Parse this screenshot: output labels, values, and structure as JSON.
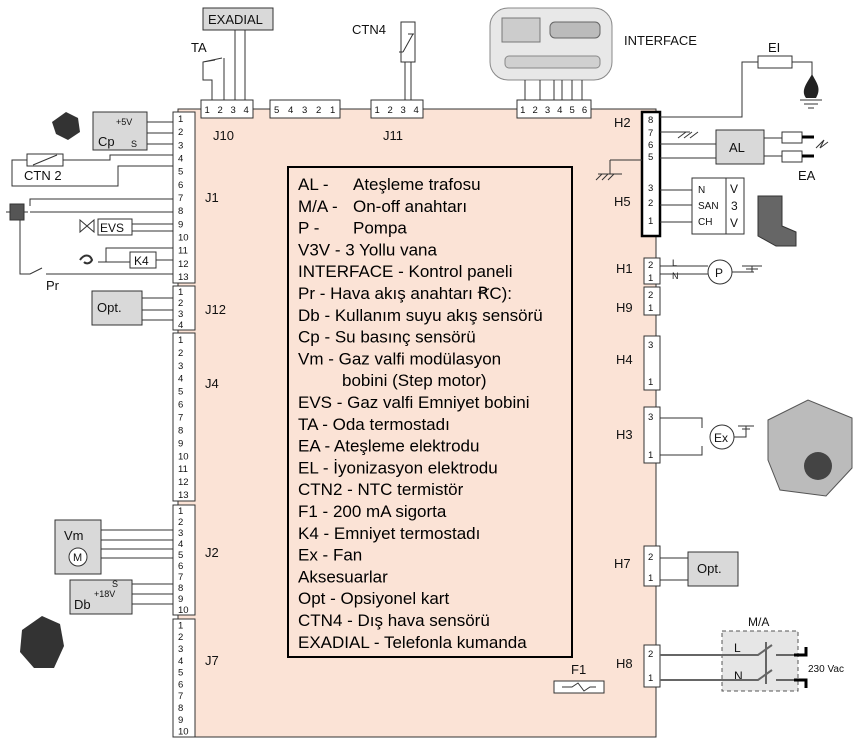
{
  "board": {
    "connectors_left": [
      {
        "id": "j1",
        "label": "J1",
        "pins": [
          "1",
          "2",
          "3",
          "4",
          "5",
          "6",
          "7",
          "8",
          "9",
          "10",
          "11",
          "12",
          "13"
        ]
      },
      {
        "id": "j12",
        "label": "J12",
        "pins": [
          "1",
          "2",
          "3",
          "4"
        ]
      },
      {
        "id": "j4",
        "label": "J4",
        "pins": [
          "1",
          "2",
          "3",
          "4",
          "5",
          "6",
          "7",
          "8",
          "9",
          "10",
          "11",
          "12",
          "13"
        ]
      },
      {
        "id": "j2",
        "label": "J2",
        "pins": [
          "1",
          "2",
          "3",
          "4",
          "5",
          "6",
          "7",
          "8",
          "9",
          "10"
        ]
      },
      {
        "id": "j7",
        "label": "J7",
        "pins": [
          "1",
          "2",
          "3",
          "4",
          "5",
          "6",
          "7",
          "8",
          "9",
          "10"
        ]
      }
    ],
    "connectors_top": [
      {
        "id": "j10",
        "label": "J10",
        "pins": [
          "1",
          "2",
          "3",
          "4"
        ]
      },
      {
        "id": "jmid",
        "label": "",
        "pins": [
          "5",
          "4",
          "3",
          "2",
          "1"
        ]
      },
      {
        "id": "j11",
        "label": "J11",
        "pins": [
          "1",
          "2",
          "3",
          "4"
        ]
      },
      {
        "id": "jint",
        "label": "",
        "pins": [
          "1",
          "2",
          "3",
          "4",
          "5",
          "6"
        ]
      }
    ],
    "connectors_right": [
      {
        "id": "h2",
        "label": "H2",
        "pins": [
          "8",
          "7",
          "6",
          "5"
        ]
      },
      {
        "id": "h5",
        "label": "H5",
        "pins": [
          "3",
          "2",
          "1"
        ]
      },
      {
        "id": "h1",
        "label": "H1",
        "pins": [
          "2",
          "1"
        ]
      },
      {
        "id": "h9",
        "label": "H9",
        "pins": [
          "2",
          "1"
        ]
      },
      {
        "id": "h4",
        "label": "H4",
        "pins": [
          "3",
          "1"
        ]
      },
      {
        "id": "h3",
        "label": "H3",
        "pins": [
          "3",
          "1"
        ]
      },
      {
        "id": "h7",
        "label": "H7",
        "pins": [
          "2",
          "1"
        ]
      },
      {
        "id": "h8",
        "label": "H8",
        "pins": [
          "2",
          "1"
        ]
      }
    ],
    "fuse_label": "F1"
  },
  "components": {
    "exadial": "EXADIAL",
    "ta": "TA",
    "ctn4": "CTN4",
    "interface": "INTERFACE",
    "el": "EI",
    "al": "AL",
    "ea": "EA",
    "cp_label": "Cp",
    "cp_5v": "+5V",
    "cp_s": "S",
    "ctn2": "CTN 2",
    "evs": "EVS",
    "k4": "K4",
    "pr": "Pr",
    "opt_j12": "Opt.",
    "vm": "Vm",
    "vm_motor": "M",
    "db": "Db",
    "db_18v": "+18V",
    "db_s": "S",
    "v3v_n": "N",
    "v3v_san": "SAN",
    "v3v_ch": "CH",
    "v3v_v": "V",
    "v3v_3": "3",
    "v3v_v2": "V",
    "pump": "P",
    "pump_l": "L",
    "pump_n": "N",
    "fan": "Ex",
    "opt_h7": "Opt.",
    "ma": "M/A",
    "ma_l": "L",
    "ma_n": "N",
    "vac": "230 Vac"
  },
  "legend": [
    {
      "code": "AL -",
      "desc": "Ateşleme trafosu"
    },
    {
      "code": "M/A -",
      "desc": "On-off anahtarı"
    },
    {
      "code": "P -",
      "desc": "Pompa"
    },
    {
      "code": "V3V - 3 Yollu vana",
      "desc": ""
    },
    {
      "code": "INTERFACE - Kontrol paneli",
      "desc": ""
    },
    {
      "code": "Pr - Hava akış anahtarı ꞦC):",
      "desc": ""
    },
    {
      "code": "Db - Kullanım suyu akış sensörü",
      "desc": ""
    },
    {
      "code": "Cp - Su basınç sensörü",
      "desc": ""
    },
    {
      "code": "Vm - Gaz valfi modülasyon",
      "desc": ""
    },
    {
      "code": "",
      "desc": "bobini (Step motor)"
    },
    {
      "code": "EVS - Gaz valfi Emniyet bobini",
      "desc": ""
    },
    {
      "code": "TA - Oda termostadı",
      "desc": ""
    },
    {
      "code": "EA - Ateşleme elektrodu",
      "desc": ""
    },
    {
      "code": "EL - İyonizasyon elektrodu",
      "desc": ""
    },
    {
      "code": "CTN2 - NTC termistör",
      "desc": ""
    },
    {
      "code": "F1 - 200 mA sigorta",
      "desc": ""
    },
    {
      "code": "K4 - Emniyet termostadı",
      "desc": ""
    },
    {
      "code": "Ex - Fan",
      "desc": ""
    },
    {
      "code": "Aksesuarlar",
      "desc": ""
    },
    {
      "code": "Opt - Opsiyonel kart",
      "desc": ""
    },
    {
      "code": "CTN4 - Dış hava sensörü",
      "desc": ""
    },
    {
      "code": "EXADIAL - Telefonla kumanda",
      "desc": ""
    }
  ],
  "colors": {
    "board_fill": "#fbe3d6",
    "box_fill": "#d9d9d9"
  }
}
